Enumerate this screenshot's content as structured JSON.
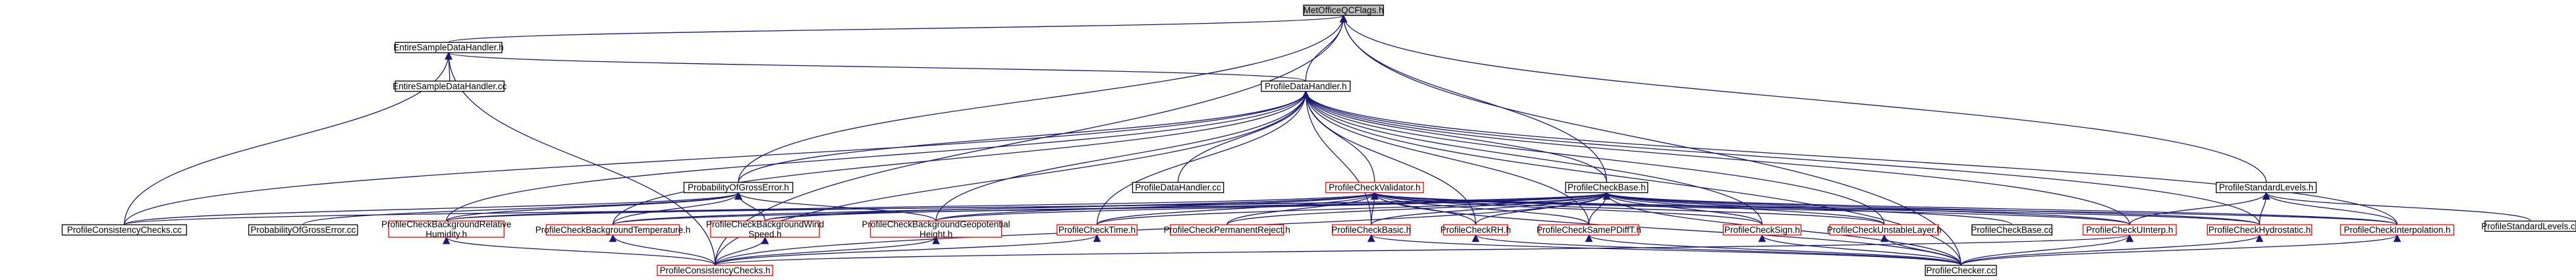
{
  "diagram": {
    "root": "MetOfficeQCFlags.h",
    "nodes": [
      {
        "id": "metoffice",
        "lines": [
          "MetOfficeQCFlags.h"
        ],
        "root": true,
        "red": false
      },
      {
        "id": "entire_h",
        "lines": [
          "EntireSampleDataHandler.h"
        ],
        "red": false
      },
      {
        "id": "entire_cc",
        "lines": [
          "EntireSampleDataHandler.cc"
        ],
        "red": false
      },
      {
        "id": "pdh_h",
        "lines": [
          "ProfileDataHandler.h"
        ],
        "red": false
      },
      {
        "id": "psl_h",
        "lines": [
          "ProfileStandardLevels.h"
        ],
        "red": false
      },
      {
        "id": "psl_cc",
        "lines": [
          "ProfileStandardLevels.cc"
        ],
        "red": false
      },
      {
        "id": "poge_h",
        "lines": [
          "ProbabilityOfGrossError.h"
        ],
        "red": false
      },
      {
        "id": "pdh_cc",
        "lines": [
          "ProfileDataHandler.cc"
        ],
        "red": false
      },
      {
        "id": "pcv_h",
        "lines": [
          "ProfileCheckValidator.h"
        ],
        "red": true
      },
      {
        "id": "pcb_h",
        "lines": [
          "ProfileCheckBase.h"
        ],
        "red": false
      },
      {
        "id": "pcc_cc",
        "lines": [
          "ProfileConsistencyChecks.cc"
        ],
        "red": false
      },
      {
        "id": "poge_cc",
        "lines": [
          "ProbabilityOfGrossError.cc"
        ],
        "red": false
      },
      {
        "id": "bgrh",
        "lines": [
          "ProfileCheckBackgroundRelative",
          "Humidity.h"
        ],
        "red": true
      },
      {
        "id": "bgt",
        "lines": [
          "ProfileCheckBackgroundTemperature.h"
        ],
        "red": true
      },
      {
        "id": "bgw",
        "lines": [
          "ProfileCheckBackgroundWind",
          "Speed.h"
        ],
        "red": true
      },
      {
        "id": "bggh",
        "lines": [
          "ProfileCheckBackgroundGeopotential",
          "Height.h"
        ],
        "red": true
      },
      {
        "id": "pct",
        "lines": [
          "ProfileCheckTime.h"
        ],
        "red": true
      },
      {
        "id": "pcpr",
        "lines": [
          "ProfileCheckPermanentReject.h"
        ],
        "red": true
      },
      {
        "id": "pcbasic",
        "lines": [
          "ProfileCheckBasic.h"
        ],
        "red": true
      },
      {
        "id": "pcrh",
        "lines": [
          "ProfileCheckRH.h"
        ],
        "red": true
      },
      {
        "id": "pcspd",
        "lines": [
          "ProfileCheckSamePDiffT.h"
        ],
        "red": true
      },
      {
        "id": "pcsign",
        "lines": [
          "ProfileCheckSign.h"
        ],
        "red": true
      },
      {
        "id": "pcul",
        "lines": [
          "ProfileCheckUnstableLayer.h"
        ],
        "red": true
      },
      {
        "id": "pcb_cc",
        "lines": [
          "ProfileCheckBase.cc"
        ],
        "red": false
      },
      {
        "id": "pcui",
        "lines": [
          "ProfileCheckUInterp.h"
        ],
        "red": true
      },
      {
        "id": "pchyd",
        "lines": [
          "ProfileCheckHydrostatic.h"
        ],
        "red": true
      },
      {
        "id": "pcint",
        "lines": [
          "ProfileCheckInterpolation.h"
        ],
        "red": true
      },
      {
        "id": "pcc_h",
        "lines": [
          "ProfileConsistencyChecks.h"
        ],
        "red": true
      },
      {
        "id": "pchecker",
        "lines": [
          "ProfileChecker.cc"
        ],
        "red": false
      }
    ],
    "edges": [
      [
        "metoffice",
        "entire_h"
      ],
      [
        "metoffice",
        "pdh_h"
      ],
      [
        "metoffice",
        "psl_h"
      ],
      [
        "metoffice",
        "poge_h"
      ],
      [
        "metoffice",
        "pcb_h"
      ],
      [
        "metoffice",
        "pcc_h"
      ],
      [
        "metoffice",
        "pchecker"
      ],
      [
        "entire_h",
        "entire_cc"
      ],
      [
        "entire_h",
        "pdh_h"
      ],
      [
        "entire_h",
        "pcc_cc"
      ],
      [
        "entire_h",
        "pcc_h"
      ],
      [
        "pdh_h",
        "pdh_cc"
      ],
      [
        "pdh_h",
        "pcv_h"
      ],
      [
        "pdh_h",
        "pcb_h"
      ],
      [
        "pdh_h",
        "poge_h"
      ],
      [
        "pdh_h",
        "pcc_cc"
      ],
      [
        "pdh_h",
        "bgrh"
      ],
      [
        "pdh_h",
        "bgt"
      ],
      [
        "pdh_h",
        "bggh"
      ],
      [
        "pdh_h",
        "pct"
      ],
      [
        "pdh_h",
        "pcbasic"
      ],
      [
        "pdh_h",
        "pcrh"
      ],
      [
        "pdh_h",
        "pcspd"
      ],
      [
        "pdh_h",
        "pcsign"
      ],
      [
        "pdh_h",
        "pcul"
      ],
      [
        "pdh_h",
        "pcui"
      ],
      [
        "pdh_h",
        "pchyd"
      ],
      [
        "pdh_h",
        "pcint"
      ],
      [
        "pdh_h",
        "pcc_h"
      ],
      [
        "pdh_h",
        "pchecker"
      ],
      [
        "psl_h",
        "psl_cc"
      ],
      [
        "psl_h",
        "pcui"
      ],
      [
        "psl_h",
        "pchyd"
      ],
      [
        "psl_h",
        "pcint"
      ],
      [
        "poge_h",
        "poge_cc"
      ],
      [
        "poge_h",
        "pcc_cc"
      ],
      [
        "poge_h",
        "bgrh"
      ],
      [
        "poge_h",
        "bgt"
      ],
      [
        "poge_h",
        "bgw"
      ],
      [
        "poge_h",
        "bggh"
      ],
      [
        "pcv_h",
        "bgrh"
      ],
      [
        "pcv_h",
        "bgt"
      ],
      [
        "pcv_h",
        "bgw"
      ],
      [
        "pcv_h",
        "bggh"
      ],
      [
        "pcv_h",
        "pct"
      ],
      [
        "pcv_h",
        "pcpr"
      ],
      [
        "pcv_h",
        "pcbasic"
      ],
      [
        "pcv_h",
        "pcrh"
      ],
      [
        "pcv_h",
        "pcspd"
      ],
      [
        "pcv_h",
        "pcsign"
      ],
      [
        "pcv_h",
        "pcul"
      ],
      [
        "pcv_h",
        "pcui"
      ],
      [
        "pcv_h",
        "pchyd"
      ],
      [
        "pcv_h",
        "pcint"
      ],
      [
        "pcv_h",
        "pchecker"
      ],
      [
        "pcb_h",
        "pcb_cc"
      ],
      [
        "pcb_h",
        "pcc_cc"
      ],
      [
        "pcb_h",
        "bgrh"
      ],
      [
        "pcb_h",
        "bgt"
      ],
      [
        "pcb_h",
        "bgw"
      ],
      [
        "pcb_h",
        "bggh"
      ],
      [
        "pcb_h",
        "pct"
      ],
      [
        "pcb_h",
        "pcpr"
      ],
      [
        "pcb_h",
        "pcbasic"
      ],
      [
        "pcb_h",
        "pcrh"
      ],
      [
        "pcb_h",
        "pcspd"
      ],
      [
        "pcb_h",
        "pcsign"
      ],
      [
        "pcb_h",
        "pcul"
      ],
      [
        "pcb_h",
        "pcui"
      ],
      [
        "pcb_h",
        "pchyd"
      ],
      [
        "pcb_h",
        "pcint"
      ],
      [
        "pcb_h",
        "pcc_h"
      ],
      [
        "pcb_h",
        "pchecker"
      ],
      [
        "bgrh",
        "pcc_h"
      ],
      [
        "bgt",
        "pcc_h"
      ],
      [
        "bgw",
        "pcc_h"
      ],
      [
        "bggh",
        "pcc_h"
      ],
      [
        "pct",
        "pcc_h"
      ],
      [
        "pcbasic",
        "pchecker"
      ],
      [
        "pcrh",
        "pchecker"
      ],
      [
        "pcspd",
        "pchecker"
      ],
      [
        "pcsign",
        "pchecker"
      ],
      [
        "pcul",
        "pchecker"
      ],
      [
        "pcui",
        "pcc_h"
      ],
      [
        "pcui",
        "pchecker"
      ],
      [
        "pchyd",
        "pchecker"
      ],
      [
        "pcint",
        "pchecker"
      ]
    ],
    "colors": {
      "edge": "#191970",
      "red_border": "#ff0000",
      "root_fill": "#bfbfbf"
    }
  }
}
